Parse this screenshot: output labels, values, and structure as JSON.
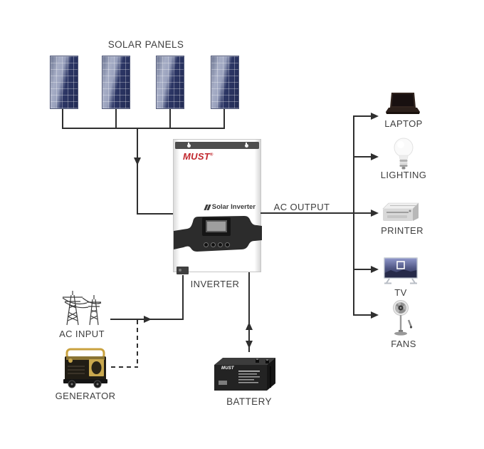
{
  "diagram": {
    "title": "SOLAR PANELS",
    "solar": {
      "panel_count": 4
    },
    "inverter": {
      "brand": "MUST",
      "brand_mark": "®",
      "product": "Solar Inverter",
      "label": "INVERTER"
    },
    "source": {
      "grid_label": "AC INPUT",
      "generator_label": "GENERATOR"
    },
    "storage": {
      "label": "BATTERY",
      "brand": "MUST"
    },
    "output": {
      "label": "AC OUTPUT",
      "loads": [
        {
          "label": "LAPTOP",
          "icon": "laptop-icon"
        },
        {
          "label": "LIGHTING",
          "icon": "light-bulb-icon"
        },
        {
          "label": "PRINTER",
          "icon": "printer-icon"
        },
        {
          "label": "TV",
          "icon": "tv-icon"
        },
        {
          "label": "FANS",
          "icon": "fan-icon"
        }
      ]
    },
    "colors": {
      "wire": "#2f2f2f",
      "brand_red": "#c1272d",
      "panel_dark": "#232c55",
      "panel_light": "#a7aec6",
      "inverter_band": "#2c2c2c",
      "label_text": "#3e3e3e"
    }
  }
}
